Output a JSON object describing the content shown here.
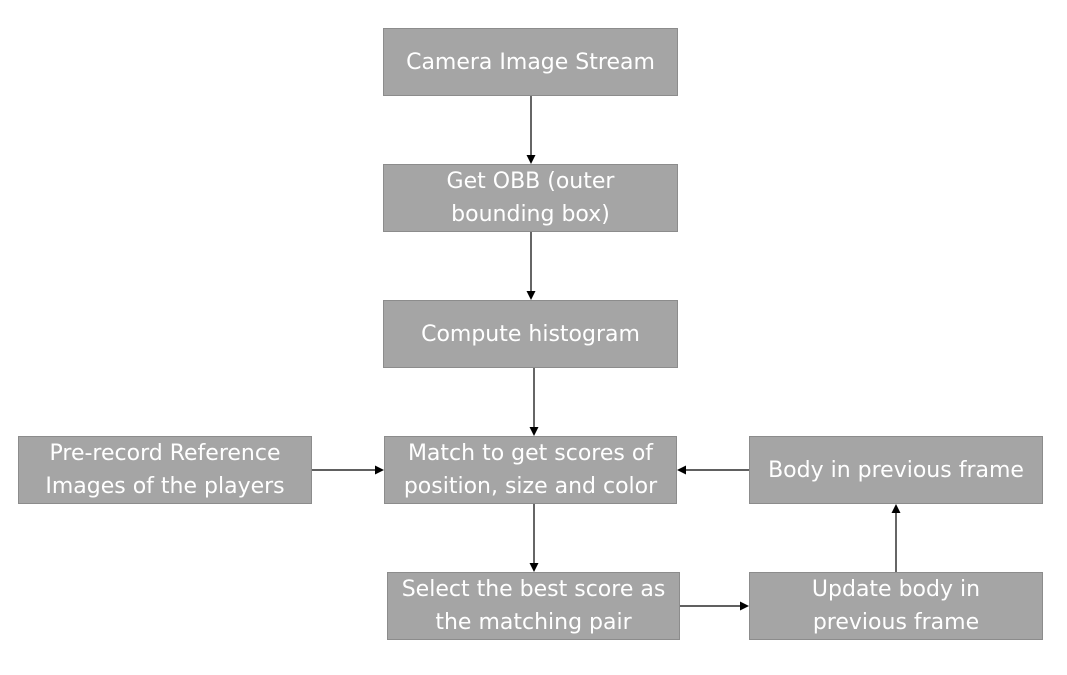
{
  "nodes": {
    "camera": "Camera Image Stream",
    "obb_line1": "Get OBB (outer",
    "obb_line2": "bounding box)",
    "histogram": "Compute histogram",
    "match_line1": "Match to get scores of",
    "match_line2": "position, size and color",
    "prerecord_line1": "Pre-record Reference",
    "prerecord_line2": "Images of the players",
    "body_prev": "Body in previous frame",
    "select_line1": "Select the best score as",
    "select_line2": "the matching pair",
    "update_line1": "Update body in",
    "update_line2": "previous frame"
  },
  "colors": {
    "node_fill": "#a5a5a5",
    "node_border": "#8c8c8c",
    "node_text": "#ffffff",
    "arrow": "#000000"
  }
}
